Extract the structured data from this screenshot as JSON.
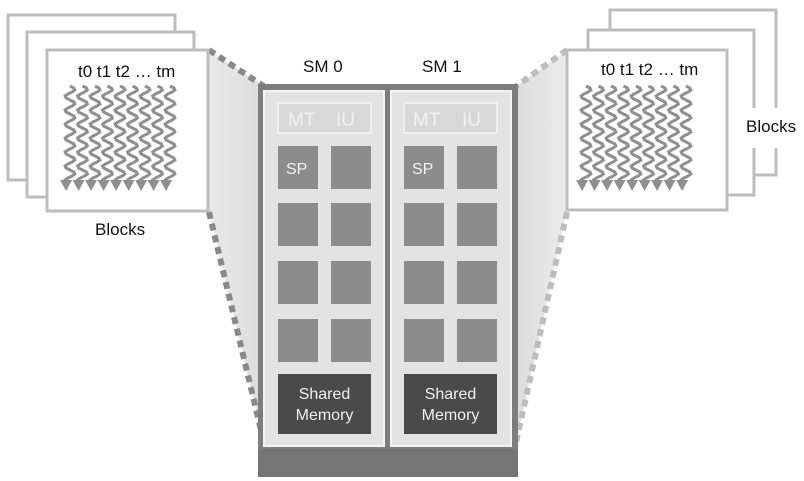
{
  "left_group": {
    "threads_label": "t0 t1 t2 … tm",
    "blocks_label": "Blocks"
  },
  "right_group": {
    "threads_label": "t0 t1 t2 … tm",
    "blocks_label": "Blocks"
  },
  "sms": [
    {
      "title": "SM 0",
      "mt_label": "MT",
      "iu_label": "IU",
      "sp_label": "SP",
      "shared_memory_line1": "Shared",
      "shared_memory_line2": "Memory"
    },
    {
      "title": "SM 1",
      "mt_label": "MT",
      "iu_label": "IU",
      "sp_label": "SP",
      "shared_memory_line1": "Shared",
      "shared_memory_line2": "Memory"
    }
  ]
}
